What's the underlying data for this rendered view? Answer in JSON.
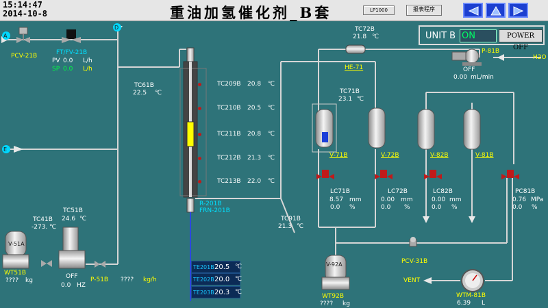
{
  "header": {
    "time": "15:14:47",
    "date": "2014-10-8",
    "title": "重油加氢催化剂_B套",
    "btn1_label": "LP1000",
    "btn2_label": "报表程序"
  },
  "unit": {
    "label": "UNIT B",
    "status": "ON",
    "power_button": "POWER OFF"
  },
  "left": {
    "stream_a": "A",
    "stream_d": "D",
    "stream_e": "E",
    "pcv21": "PCV-21B",
    "ftfv": "FT/FV-21B",
    "pv_label": "PV",
    "pv_value": "0.0",
    "pv_unit": "L/h",
    "sp_label": "SP",
    "sp_value": "0.0",
    "sp_unit": "L/h",
    "tc61_tag": "TC61B",
    "tc61_value": "22.5",
    "tc61_unit": "℃",
    "tc41_tag": "TC41B",
    "tc41_value": "-273.",
    "tc41_unit": "℃",
    "tc51_tag": "TC51B",
    "tc51_value": "24.6",
    "tc51_unit": "℃",
    "v51": "V-51A",
    "wt51": "WT51B",
    "wt51_value": "????",
    "wt51_unit": "kg",
    "pump_state": "OFF",
    "hz_value": "0.0",
    "hz_unit": "HZ",
    "p51": "P-51B",
    "p51_value": "????",
    "p51_unit": "kg/h"
  },
  "reactor": {
    "tag": "R-201B",
    "furnace": "FRN-201B",
    "zones": [
      {
        "tag": "TC209B",
        "value": "20.8",
        "unit": "℃"
      },
      {
        "tag": "TC210B",
        "value": "20.5",
        "unit": "℃"
      },
      {
        "tag": "TC211B",
        "value": "20.8",
        "unit": "℃"
      },
      {
        "tag": "TC212B",
        "value": "21.3",
        "unit": "℃"
      },
      {
        "tag": "TC213B",
        "value": "22.0",
        "unit": "℃"
      }
    ],
    "te": [
      {
        "tag": "TE201B",
        "value": "20.5",
        "unit": "℃"
      },
      {
        "tag": "TE202B",
        "value": "20.0",
        "unit": "℃"
      },
      {
        "tag": "TE203B",
        "value": "20.3",
        "unit": "℃"
      }
    ]
  },
  "right": {
    "tc72_tag": "TC72B",
    "tc72_value": "21.8",
    "tc72_unit": "℃",
    "he71": "HE-71",
    "p81": "P-81B",
    "p81_state": "OFF",
    "p81_value": "0.00",
    "p81_unit": "mL/min",
    "h2o": "H2O",
    "tc71_tag": "TC71B",
    "tc71_value": "23.1",
    "tc71_unit": "℃",
    "tc91_tag": "TC91B",
    "tc91_value": "21.3",
    "tc91_unit": "℃",
    "vessels": [
      {
        "tag": "V-71B",
        "lc_tag": "LC71B",
        "lc_value": "8.57",
        "lc_unit": "mm",
        "pct_value": "0.0",
        "pct_unit": "%"
      },
      {
        "tag": "V-72B",
        "lc_tag": "LC72B",
        "lc_value": "0.00",
        "lc_unit": "mm",
        "pct_value": "0.0",
        "pct_unit": "%"
      },
      {
        "tag": "V-82B",
        "lc_tag": "LC82B",
        "lc_value": "0.00",
        "lc_unit": "mm",
        "pct_value": "0.0",
        "pct_unit": "%"
      },
      {
        "tag": "V-81B",
        "lc_tag": "PC81B",
        "lc_value": "0.76",
        "lc_unit": "MPa",
        "pct_value": "0.0",
        "pct_unit": "%"
      }
    ],
    "v92": "V-92A",
    "wt92": "WT92B",
    "wt92_value": "????",
    "wt92_unit": "kg",
    "pcv31": "PCV-31B",
    "vent": "VENT",
    "wtm81": "WTM-81B",
    "wtm81_value": "6.39",
    "wtm81_unit": "L"
  },
  "colors": {
    "background": "#2e7379",
    "pipe": "#d8d8d8",
    "accent_blue": "#00e0ff",
    "value_yellow": "#ffff00",
    "valve_red": "#c01a1a"
  }
}
